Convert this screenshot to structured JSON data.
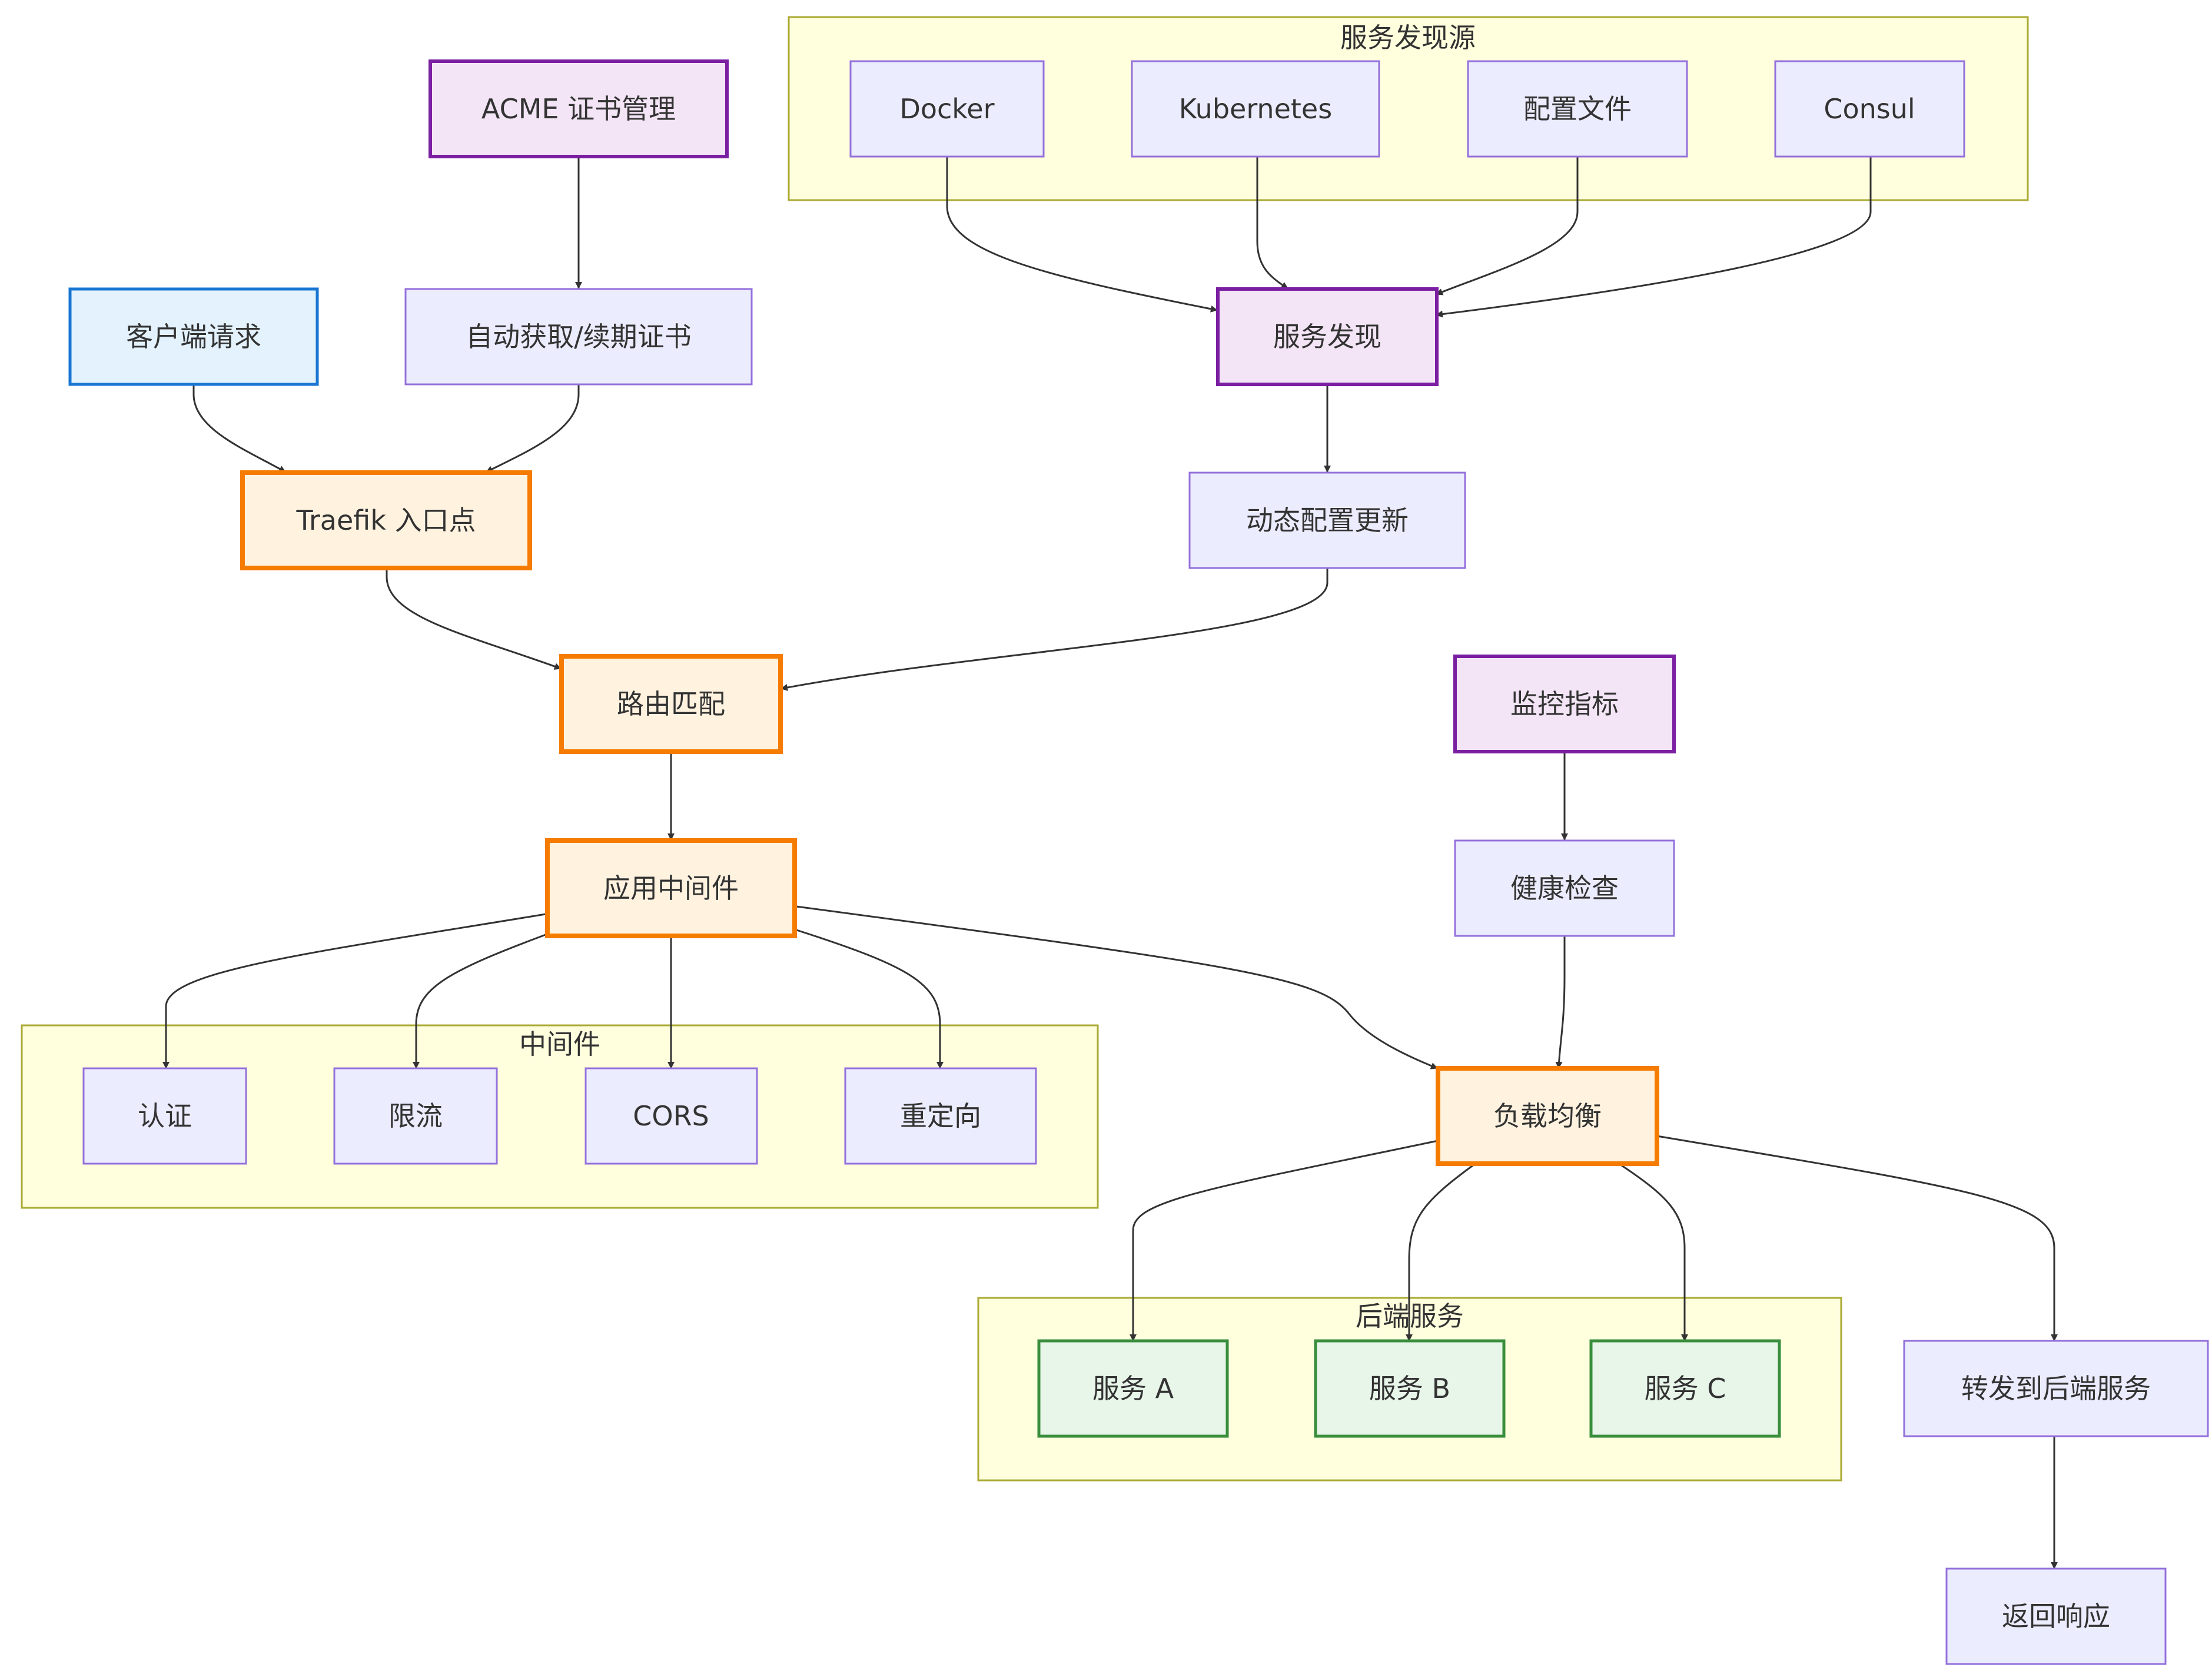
{
  "clusters": [
    {
      "id": "discovery",
      "label": "服务发现源"
    },
    {
      "id": "middleware",
      "label": "中间件"
    },
    {
      "id": "backend",
      "label": "后端服务"
    }
  ],
  "nodes": [
    {
      "id": "acme",
      "label": "ACME 证书管理",
      "style": "mgmt"
    },
    {
      "id": "docker",
      "label": "Docker",
      "style": "default"
    },
    {
      "id": "k8s",
      "label": "Kubernetes",
      "style": "default"
    },
    {
      "id": "file",
      "label": "配置文件",
      "style": "default"
    },
    {
      "id": "consul",
      "label": "Consul",
      "style": "default"
    },
    {
      "id": "client",
      "label": "客户端请求",
      "style": "client"
    },
    {
      "id": "autocert",
      "label": "自动获取/续期证书",
      "style": "default"
    },
    {
      "id": "sd",
      "label": "服务发现",
      "style": "mgmt"
    },
    {
      "id": "entry",
      "label": "Traefik 入口点",
      "style": "core"
    },
    {
      "id": "dyn",
      "label": "动态配置更新",
      "style": "default"
    },
    {
      "id": "route",
      "label": "路由匹配",
      "style": "core"
    },
    {
      "id": "monitor",
      "label": "监控指标",
      "style": "mgmt"
    },
    {
      "id": "mw",
      "label": "应用中间件",
      "style": "core"
    },
    {
      "id": "health",
      "label": "健康检查",
      "style": "default"
    },
    {
      "id": "auth",
      "label": "认证",
      "style": "default"
    },
    {
      "id": "rate",
      "label": "限流",
      "style": "default"
    },
    {
      "id": "cors",
      "label": "CORS",
      "style": "default"
    },
    {
      "id": "redirect",
      "label": "重定向",
      "style": "default"
    },
    {
      "id": "lb",
      "label": "负载均衡",
      "style": "core"
    },
    {
      "id": "svca",
      "label": "服务 A",
      "style": "svc"
    },
    {
      "id": "svcb",
      "label": "服务 B",
      "style": "svc"
    },
    {
      "id": "svcc",
      "label": "服务 C",
      "style": "svc"
    },
    {
      "id": "forward",
      "label": "转发到后端服务",
      "style": "default"
    },
    {
      "id": "resp",
      "label": "返回响应",
      "style": "default"
    }
  ],
  "edges": [
    {
      "from": "acme",
      "to": "autocert"
    },
    {
      "from": "docker",
      "to": "sd"
    },
    {
      "from": "k8s",
      "to": "sd"
    },
    {
      "from": "file",
      "to": "sd"
    },
    {
      "from": "consul",
      "to": "sd"
    },
    {
      "from": "client",
      "to": "entry"
    },
    {
      "from": "autocert",
      "to": "entry"
    },
    {
      "from": "sd",
      "to": "dyn"
    },
    {
      "from": "entry",
      "to": "route"
    },
    {
      "from": "dyn",
      "to": "route"
    },
    {
      "from": "route",
      "to": "mw"
    },
    {
      "from": "monitor",
      "to": "health"
    },
    {
      "from": "mw",
      "to": "auth"
    },
    {
      "from": "mw",
      "to": "rate"
    },
    {
      "from": "mw",
      "to": "cors"
    },
    {
      "from": "mw",
      "to": "redirect"
    },
    {
      "from": "mw",
      "to": "lb"
    },
    {
      "from": "health",
      "to": "lb"
    },
    {
      "from": "lb",
      "to": "svca"
    },
    {
      "from": "lb",
      "to": "svcb"
    },
    {
      "from": "lb",
      "to": "svcc"
    },
    {
      "from": "lb",
      "to": "forward"
    },
    {
      "from": "forward",
      "to": "resp"
    }
  ]
}
